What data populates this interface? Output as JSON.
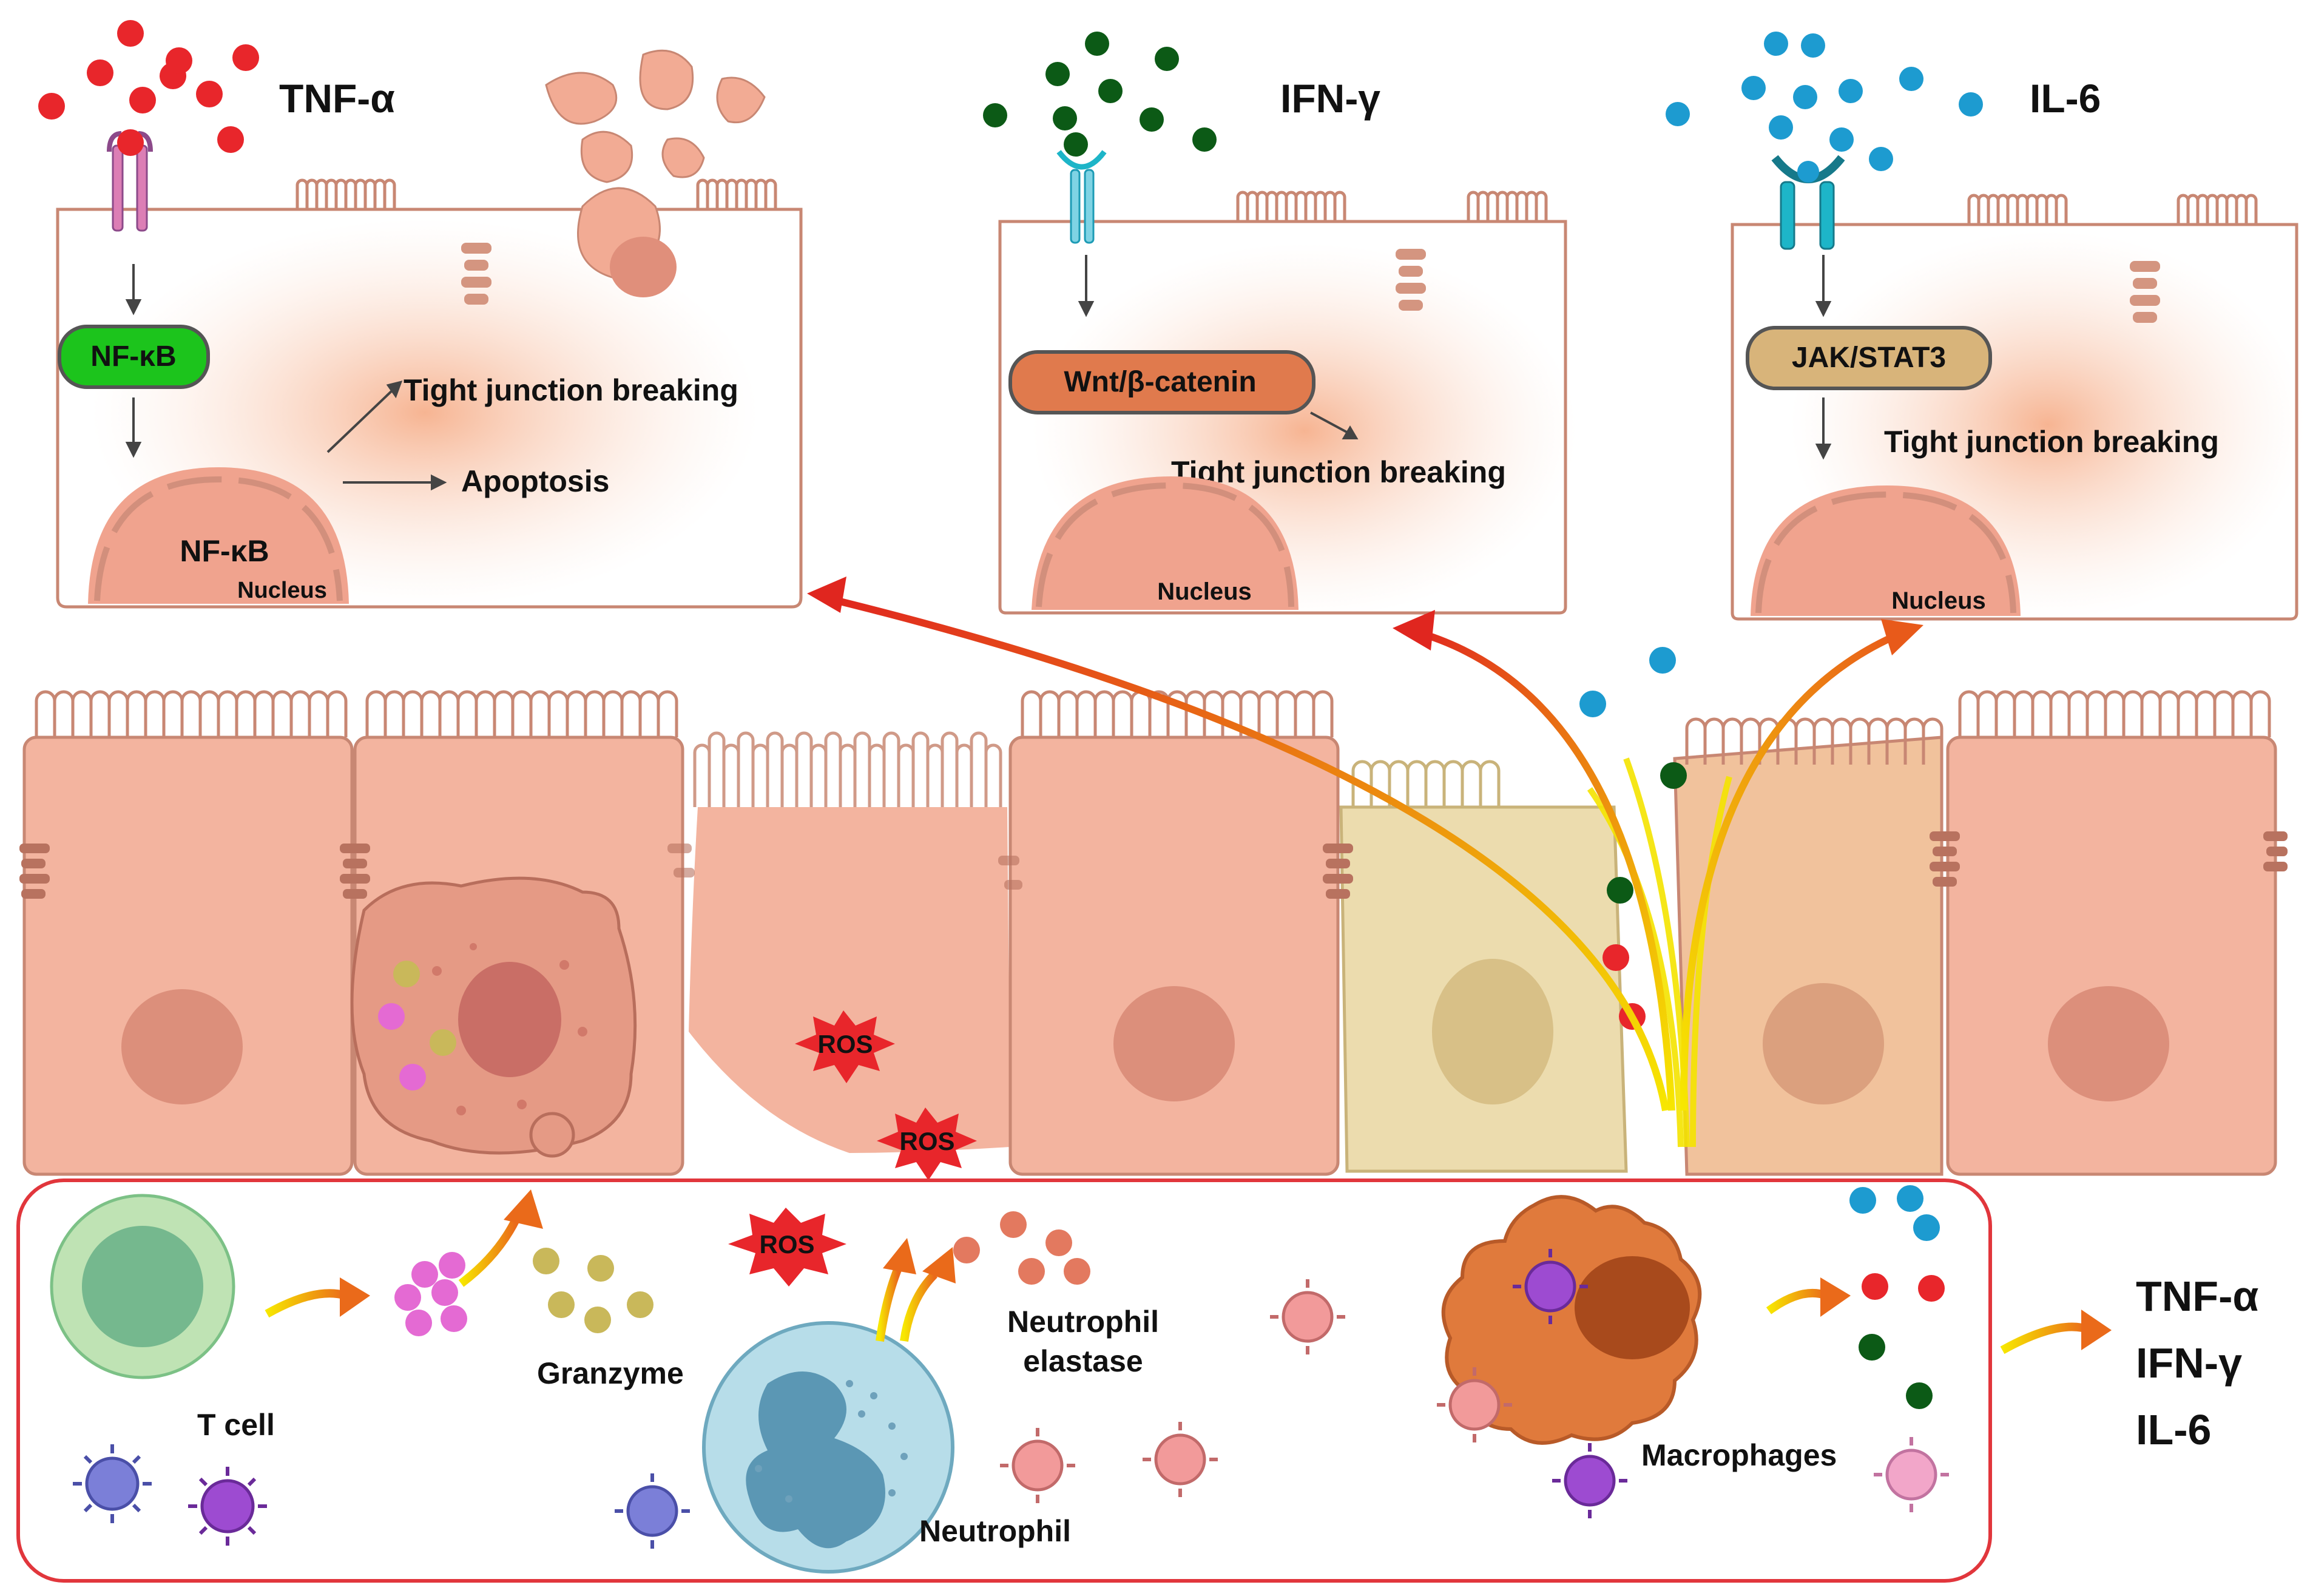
{
  "cytokines": {
    "tnf": {
      "title": "TNF-α",
      "pathway": "NF-κB",
      "nucleus_factor": "NF-κB",
      "nucleus": "Nucleus",
      "effect1": "Tight junction breaking",
      "effect2": "Apoptosis"
    },
    "ifn": {
      "title": "IFN-γ",
      "pathway": "Wnt/β-catenin",
      "effect": "Tight junction breaking",
      "nucleus": "Nucleus"
    },
    "il6": {
      "title": "IL-6",
      "pathway": "JAK/STAT3",
      "effect": "Tight junction breaking",
      "nucleus": "Nucleus"
    }
  },
  "epithelium": {
    "ros1": "ROS",
    "ros2": "ROS"
  },
  "immune": {
    "ros": "ROS",
    "tcell": "T cell",
    "granzyme": "Granzyme",
    "neutrophil": "Neutrophil",
    "elastase": "Neutrophil\nelastase",
    "elastase_line1": "Neutrophil",
    "elastase_line2": "elastase",
    "macrophages": "Macrophages"
  },
  "outputs": [
    "TNF-α",
    "IFN-γ",
    "IL-6"
  ],
  "colors": {
    "tnf_dot": "#e8262b",
    "ifn_dot": "#0c5a16",
    "il6_dot": "#1d9bd0",
    "cell_fill": "#f3b49f",
    "cell_stroke": "#c88773",
    "nucleus": "#dc8f7b",
    "nfkb_box": "#1cc41c",
    "wnt_box": "#e07a4d",
    "jak_box": "#d8b47a",
    "immune_border": "#e1363c",
    "yellow_arrow": "#f5e400",
    "red_arrow": "#e33a22",
    "ros": "#e8262b"
  }
}
